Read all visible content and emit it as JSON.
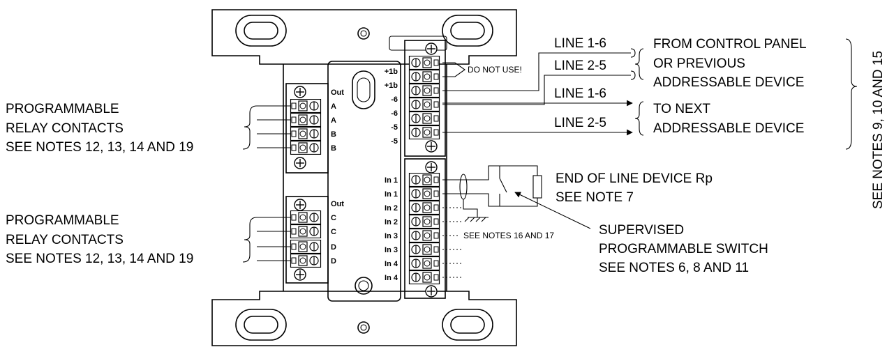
{
  "left_top": {
    "line1": "PROGRAMMABLE",
    "line2": "RELAY CONTACTS",
    "line3": "SEE NOTES 12, 13, 14 AND 19"
  },
  "left_bottom": {
    "line1": "PROGRAMMABLE",
    "line2": "RELAY CONTACTS",
    "line3": "SEE NOTES 12, 13, 14 AND 19"
  },
  "module": {
    "out_top": "Out",
    "out_bottom": "Out",
    "relay_left_terms": [
      "A",
      "A",
      "B",
      "B",
      "C",
      "C",
      "D",
      "D"
    ],
    "right_top_terms": [
      "+1b",
      "+1b",
      "-6",
      "-6",
      "-5",
      "-5"
    ],
    "right_bottom_terms": [
      "In 1",
      "In 1",
      "In 2",
      "In 2",
      "In 3",
      "In 3",
      "In 4",
      "In 4"
    ]
  },
  "wiring": {
    "do_not_use": "DO NOT USE!",
    "line16_in": "LINE 1-6",
    "line25_in": "LINE 2-5",
    "line16_out": "LINE 1-6",
    "line25_out": "LINE 2-5",
    "from_panel_1": "FROM CONTROL PANEL",
    "from_panel_2": "OR PREVIOUS",
    "from_panel_3": "ADDRESSABLE DEVICE",
    "to_next_1": "TO NEXT",
    "to_next_2": "ADDRESSABLE DEVICE",
    "side_note": "SEE NOTES 9, 10  AND 15",
    "eol_1": "END OF LINE DEVICE Rp",
    "eol_2": "SEE NOTE 7",
    "notes_16_17": "SEE NOTES 16 AND 17",
    "switch_1": "SUPERVISED",
    "switch_2": "PROGRAMMABLE SWITCH",
    "switch_3": "SEE NOTES 6, 8 AND 11"
  }
}
